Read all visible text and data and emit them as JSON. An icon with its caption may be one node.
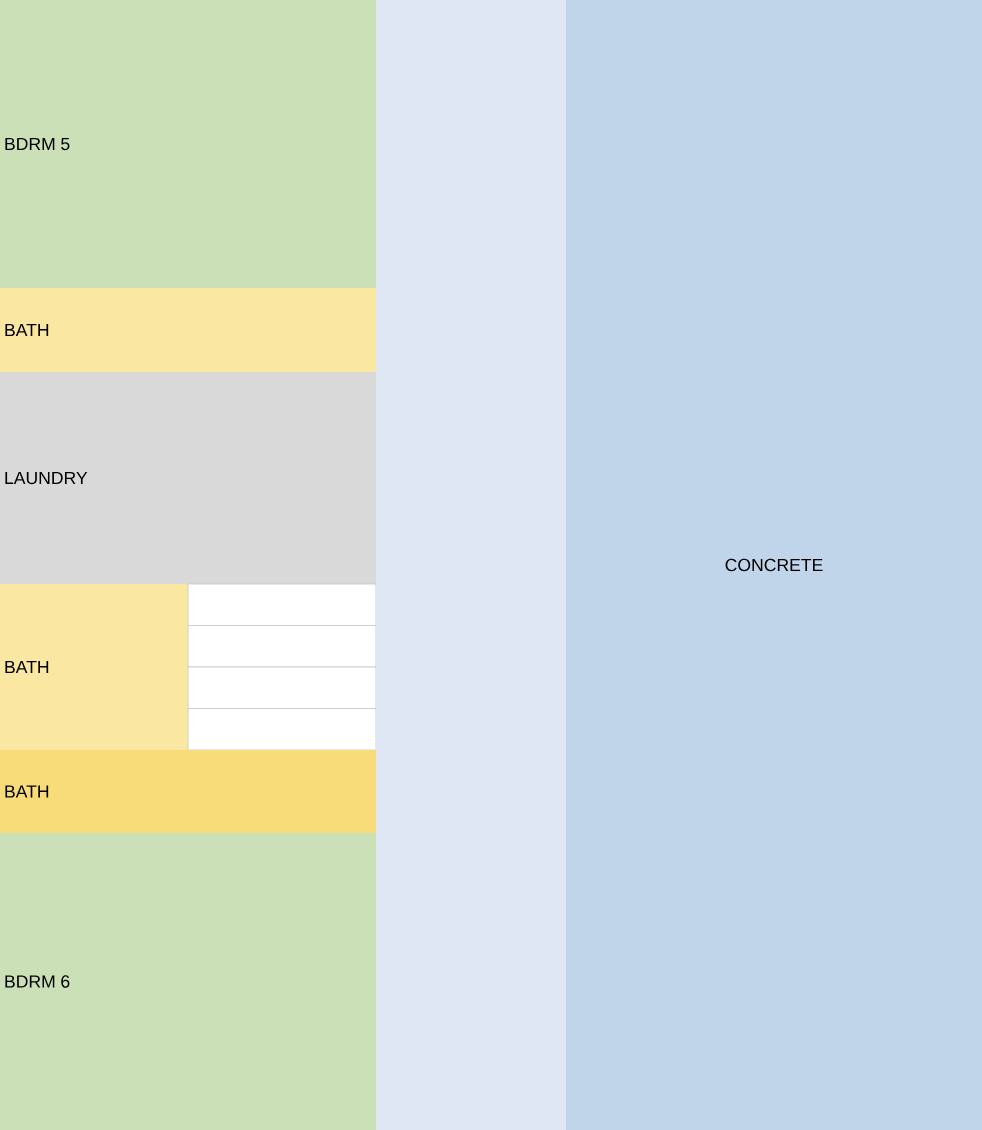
{
  "diagram": {
    "nodes": [
      {
        "text": [
          "BDRM 5"
        ]
      },
      {
        "text": [
          "BATH"
        ]
      },
      {
        "text": [
          "LAUNDRY"
        ]
      },
      {
        "text": [
          "BATH"
        ]
      },
      {
        "text": [],
        "shape": "box"
      },
      {
        "text": [],
        "shape": "box"
      },
      {
        "text": [],
        "shape": "box"
      },
      {
        "text": [],
        "shape": "box"
      },
      {
        "text": [
          "BATH"
        ]
      },
      {
        "text": [
          "BDRM 6"
        ]
      },
      {
        "text": [],
        "shape": "band"
      },
      {
        "text": [
          "CONCRETE"
        ]
      }
    ]
  }
}
